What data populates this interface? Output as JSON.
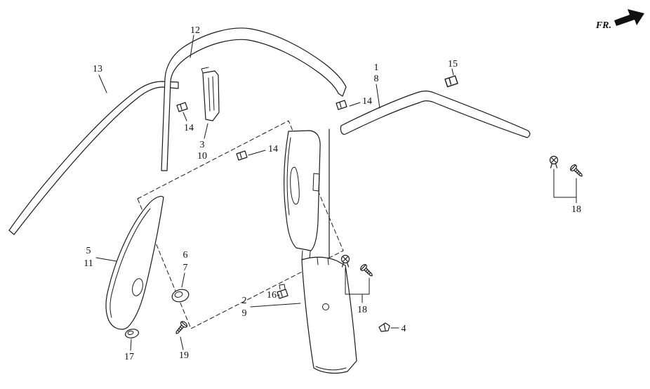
{
  "page": {
    "background": "#ffffff",
    "line_color": "#1a1a1a"
  },
  "diagram": {
    "fr_label": "FR.",
    "callouts": {
      "c12": "12",
      "c13": "13",
      "c14a": "14",
      "c3": "3",
      "c10": "10",
      "c14b": "14",
      "c1": "1",
      "c8": "8",
      "c14c": "14",
      "c15": "15",
      "c5": "5",
      "c11": "11",
      "c6": "6",
      "c7": "7",
      "c2": "2",
      "c9": "9",
      "c16": "16",
      "c18_right": "18",
      "c18_center": "18",
      "c4": "4",
      "c17": "17",
      "c19": "19"
    }
  }
}
